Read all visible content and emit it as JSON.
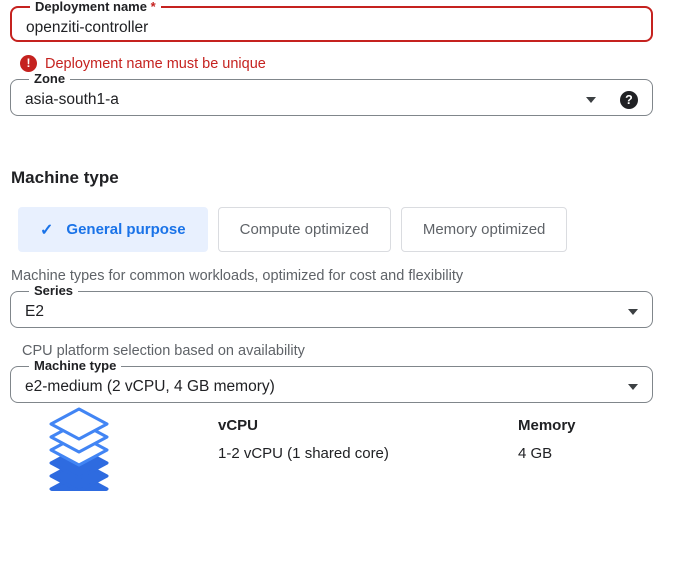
{
  "colors": {
    "error_red": "#c5221f",
    "primary_blue": "#1a73e8",
    "tab_selected_bg": "#e8f0fe",
    "text_dark": "#202124",
    "text_muted": "#5f6368",
    "field_border": "#80868b",
    "tab_border": "#dadce0",
    "layer_fill": "#2e6be0",
    "layer_outline": "#4285f4"
  },
  "deployment": {
    "label": "Deployment name",
    "required_mark": "*",
    "value": "openziti-controller",
    "error_icon_glyph": "!",
    "error_message": "Deployment name must be unique"
  },
  "zone": {
    "label": "Zone",
    "value": "asia-south1-a",
    "help_glyph": "?"
  },
  "machine_section": {
    "heading": "Machine type",
    "tabs": [
      {
        "label": "General purpose",
        "check_glyph": "✓",
        "selected": true
      },
      {
        "label": "Compute optimized",
        "selected": false
      },
      {
        "label": "Memory optimized",
        "selected": false
      }
    ],
    "description": "Machine types for common workloads, optimized for cost and flexibility",
    "series": {
      "label": "Series",
      "value": "E2",
      "helper": "CPU platform selection based on availability"
    },
    "machine_type": {
      "label": "Machine type",
      "value": "e2-medium (2 vCPU, 4 GB memory)"
    },
    "specs": {
      "columns": [
        {
          "header": "vCPU",
          "value": "1-2 vCPU (1 shared core)"
        },
        {
          "header": "Memory",
          "value": "4 GB"
        }
      ]
    }
  }
}
